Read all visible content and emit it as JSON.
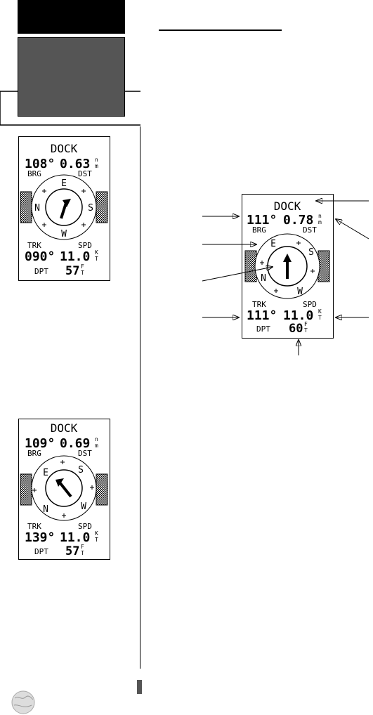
{
  "screens": [
    {
      "name": "DOCK",
      "brg_value": "108°",
      "dst_value": "0.63",
      "dst_unit_top": "n",
      "dst_unit_bottom": "m",
      "brg_label": "BRG",
      "dst_label": "DST",
      "trk_label": "TRK",
      "spd_label": "SPD",
      "trk_value": "090°",
      "spd_value": "11.0",
      "spd_unit_top": "K",
      "spd_unit_bottom": "T",
      "dpt_label": "DPT",
      "dpt_value": "57",
      "dpt_unit_top": "F",
      "dpt_unit_bottom": "T",
      "compass": {
        "top": "E",
        "left": "N",
        "right": "S",
        "bottom": "W"
      }
    },
    {
      "name": "DOCK",
      "brg_value": "111°",
      "dst_value": "0.78",
      "dst_unit_top": "n",
      "dst_unit_bottom": "m",
      "brg_label": "BRG",
      "dst_label": "DST",
      "trk_label": "TRK",
      "spd_label": "SPD",
      "trk_value": "111°",
      "spd_value": "11.0",
      "spd_unit_top": "K",
      "spd_unit_bottom": "T",
      "dpt_label": "DPT",
      "dpt_value": "60",
      "dpt_unit_top": "F",
      "dpt_unit_bottom": "T",
      "compass": {
        "top": "E",
        "left": "N",
        "right": "S",
        "bottom": "W"
      }
    },
    {
      "name": "DOCK",
      "brg_value": "109°",
      "dst_value": "0.69",
      "dst_unit_top": "n",
      "dst_unit_bottom": "m",
      "brg_label": "BRG",
      "dst_label": "DST",
      "trk_label": "TRK",
      "spd_label": "SPD",
      "trk_value": "139°",
      "spd_value": "11.0",
      "spd_unit_top": "K",
      "spd_unit_bottom": "T",
      "dpt_label": "DPT",
      "dpt_value": "57",
      "dpt_unit_top": "F",
      "dpt_unit_bottom": "T",
      "compass": {
        "top_left": "E",
        "top_right": "S",
        "bottom_left": "N",
        "bottom_right": "W"
      }
    }
  ]
}
